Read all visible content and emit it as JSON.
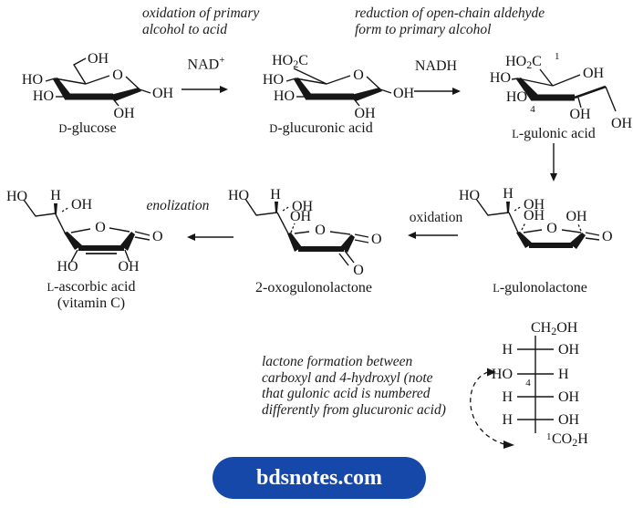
{
  "annotations": {
    "oxidation_note_line1": "oxidation of primary",
    "oxidation_note_line2": "alcohol to acid",
    "reduction_note_line1": "reduction of open-chain aldehyde",
    "reduction_note_line2": "form to primary alcohol",
    "enolization_label": "enolization",
    "oxidation_label": "oxidation",
    "lactone_note_line1": "lactone formation between",
    "lactone_note_line2": "carboxyl and 4-hydroxyl (note",
    "lactone_note_line3": "that gulonic acid is numbered",
    "lactone_note_line4": "differently from glucuronic acid)"
  },
  "reagents": {
    "nad_base": "NAD",
    "nad_sup": "+",
    "nadh": "NADH"
  },
  "structures": {
    "glucose": {
      "caption_prefix": "D",
      "caption_rest": "-glucose",
      "labels": {
        "oh_top": "OH",
        "ring_o": "O",
        "ho_left": "HO",
        "ho_lower_left": "HO",
        "oh_right": "OH",
        "oh_bottom": "OH"
      }
    },
    "glucuronic_acid": {
      "caption_prefix": "D",
      "caption_rest": "-glucuronic acid",
      "labels": {
        "ho2c_ho": "HO",
        "ho2c_sub": "2",
        "ho2c_c": "C",
        "ring_o": "O",
        "ho_left": "HO",
        "ho_lower_left": "HO",
        "oh_right": "OH",
        "oh_bottom": "OH"
      }
    },
    "gulonic_acid": {
      "caption_prefix": "L",
      "caption_rest": "-gulonic acid",
      "labels": {
        "ho2c_ho": "HO",
        "ho2c_sub": "2",
        "ho2c_c": "C",
        "c1_number": "1",
        "oh_top_right": "OH",
        "ho_left": "HO",
        "ho_lower_left": "HO",
        "c4_number": "4",
        "oh_bottom": "OH",
        "oh_chain_end": "OH"
      }
    },
    "gulonolactone": {
      "caption_prefix": "L",
      "caption_rest": "-gulonolactone",
      "labels": {
        "ho_chain": "HO",
        "h_chain": "H",
        "oh_chain": "OH",
        "oh_ring_left": "OH",
        "ring_o": "O",
        "oh_ring_right": "OH",
        "carbonyl_o": "O"
      }
    },
    "oxogulonolactone": {
      "caption_prefix": "",
      "caption_rest": "2-oxogulonolactone",
      "labels": {
        "ho_chain": "HO",
        "h_chain": "H",
        "oh_chain": "OH",
        "oh_ring_left": "OH",
        "ring_o": "O",
        "carbonyl_o_right": "O",
        "carbonyl_o_bottom": "O"
      }
    },
    "ascorbic_acid": {
      "caption_prefix": "L",
      "caption_rest": "-ascorbic acid",
      "caption_line2": "(vitamin C)",
      "labels": {
        "ho_chain": "HO",
        "h_chain": "H",
        "oh_chain": "OH",
        "ring_o": "O",
        "carbonyl_o": "O",
        "ho_enol_left": "HO",
        "oh_enol_right": "OH"
      }
    }
  },
  "fischer": {
    "top_a": "CH",
    "top_sub": "2",
    "top_b": "OH",
    "rows": [
      {
        "left": "H",
        "right": "OH"
      },
      {
        "left": "HO",
        "right": "H",
        "number": "4"
      },
      {
        "left": "H",
        "right": "OH"
      },
      {
        "left": "H",
        "right": "OH"
      }
    ],
    "bottom_sup": "1",
    "bottom_a": "CO",
    "bottom_sub": "2",
    "bottom_b": "H"
  },
  "footer": {
    "label": "bdsnotes.com",
    "bg_color": "#1548a8",
    "text_color": "#ffffff"
  }
}
